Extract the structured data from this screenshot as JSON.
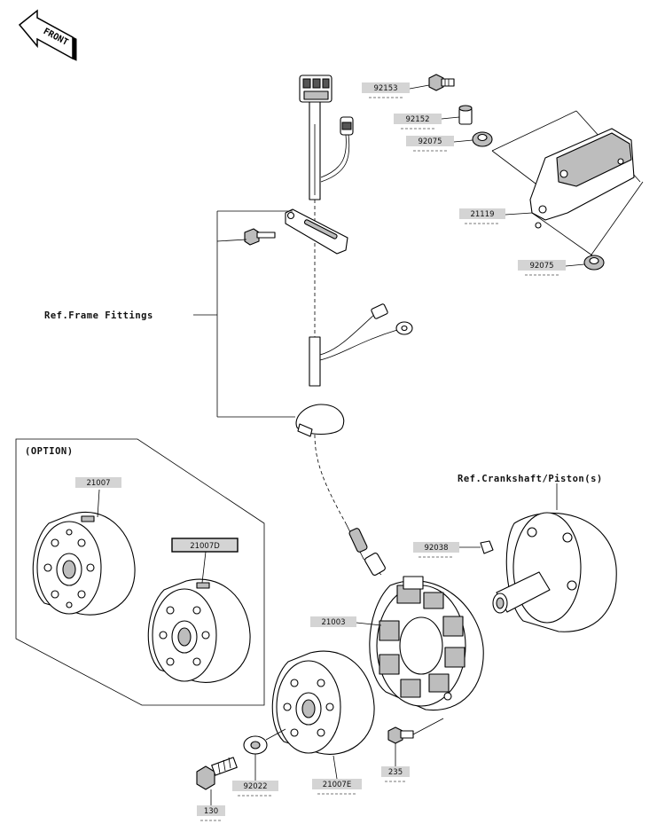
{
  "front_badge": "FRONT",
  "refs": {
    "frame_fittings": "Ref.Frame Fittings",
    "crankshaft": "Ref.Crankshaft/Piston(s)",
    "option": "(OPTION)"
  },
  "labels": {
    "p92153": "92153",
    "p92152": "92152",
    "p92075a": "92075",
    "p21119": "21119",
    "p92075b": "92075",
    "p21007": "21007",
    "p21007D": "21007D",
    "p92038": "92038",
    "p21003": "21003",
    "p235": "235",
    "p92022": "92022",
    "p21007E": "21007E",
    "p130": "130"
  },
  "colors": {
    "label_fill": "#d4d4d4",
    "line": "#000000"
  }
}
